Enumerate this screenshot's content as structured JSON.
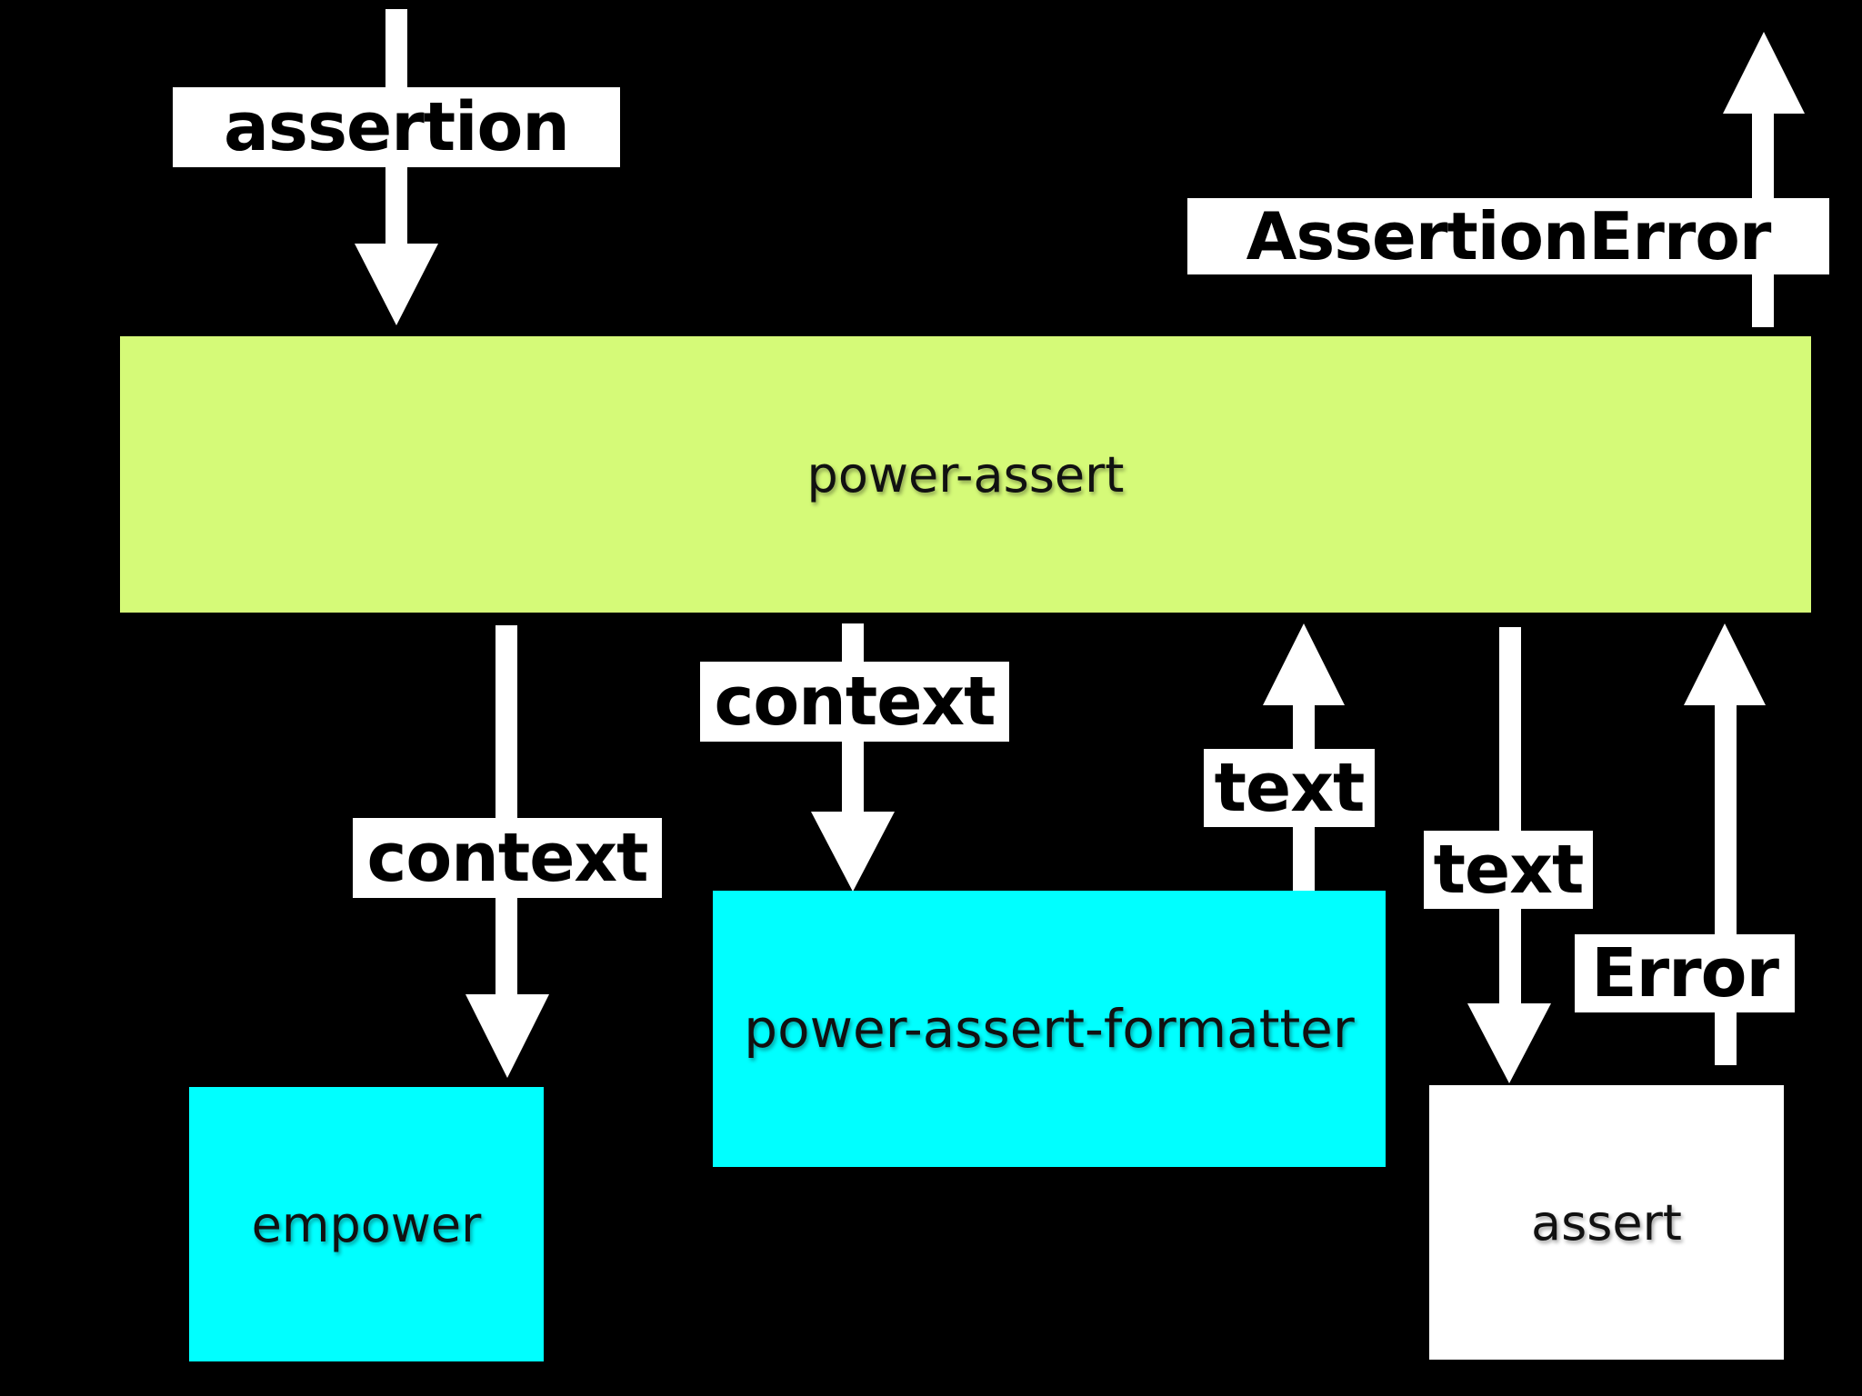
{
  "diagram": {
    "colors": {
      "background": "#000000",
      "arrow": "#ffffff",
      "power_assert_box": "#d5fa78",
      "cyan_box": "#00ffff",
      "assert_box": "#ffffff"
    },
    "boxes": {
      "power_assert": "power-assert",
      "formatter": "power-assert-formatter",
      "empower": "empower",
      "assert": "assert"
    },
    "labels": {
      "assertion": "assertion",
      "assertion_error": "AssertionError",
      "context_empower": "context",
      "context_formatter": "context",
      "text_up": "text",
      "text_down": "text",
      "error": "Error"
    }
  }
}
